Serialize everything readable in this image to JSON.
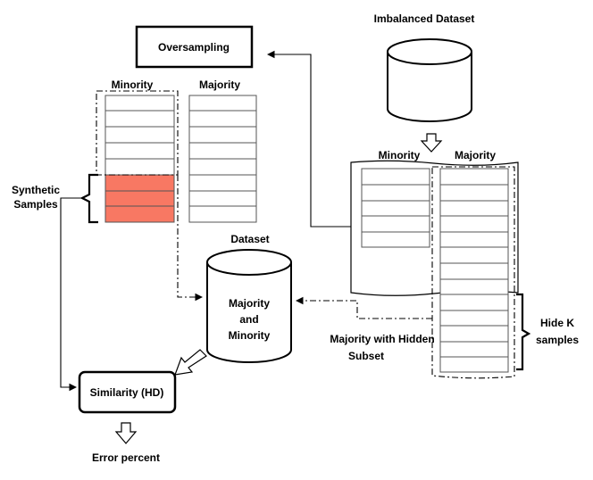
{
  "labels": {
    "imbalanced_dataset": "Imbalanced Dataset",
    "oversampling": "Oversampling",
    "minority_left": "Minority",
    "majority_left": "Majority",
    "minority_right": "Minority",
    "majority_right": "Majority",
    "synthetic_line1": "Synthetic",
    "synthetic_line2": "Samples",
    "dataset": "Dataset",
    "cyl_line1": "Majority",
    "cyl_line2": "and",
    "cyl_line3": "Minority",
    "hidden_line1": "Majority with Hidden",
    "hidden_line2": "Subset",
    "hidek_line1": "Hide K",
    "hidek_line2": "samples",
    "similarity": "Similarity (HD)",
    "error": "Error percent"
  },
  "colors": {
    "synthetic_fill": "#f87863",
    "stroke": "#000000"
  }
}
